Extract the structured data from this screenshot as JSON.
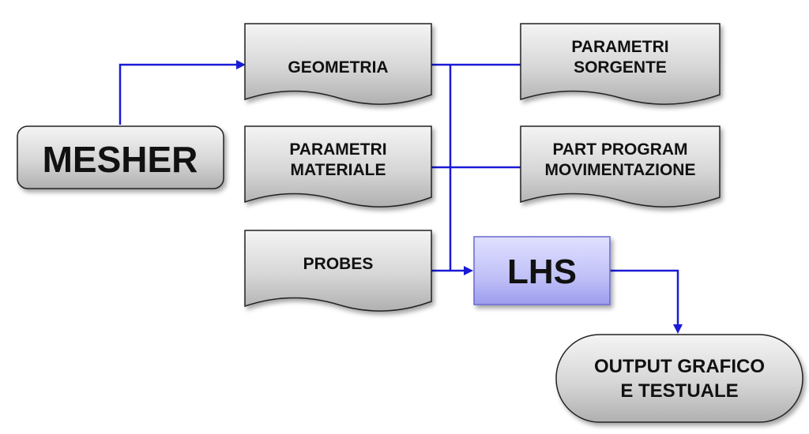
{
  "nodes": {
    "mesher": "MESHER",
    "geometria": "GEOMETRIA",
    "parametri_materiale": [
      "PARAMETRI",
      "MATERIALE"
    ],
    "probes": "PROBES",
    "parametri_sorgente": [
      "PARAMETRI",
      "SORGENTE"
    ],
    "part_program": [
      "PART PROGRAM",
      "MOVIMENTAZIONE"
    ],
    "lhs": "LHS",
    "output": [
      "OUTPUT GRAFICO",
      "E TESTUALE"
    ]
  },
  "colors": {
    "connector": "#1a1ad6",
    "box_fill_light": "#f2f2f2",
    "box_fill_dark": "#b3b3b3",
    "lhs_fill_light": "#dcdcff",
    "lhs_fill_dark": "#9e9ef0"
  }
}
